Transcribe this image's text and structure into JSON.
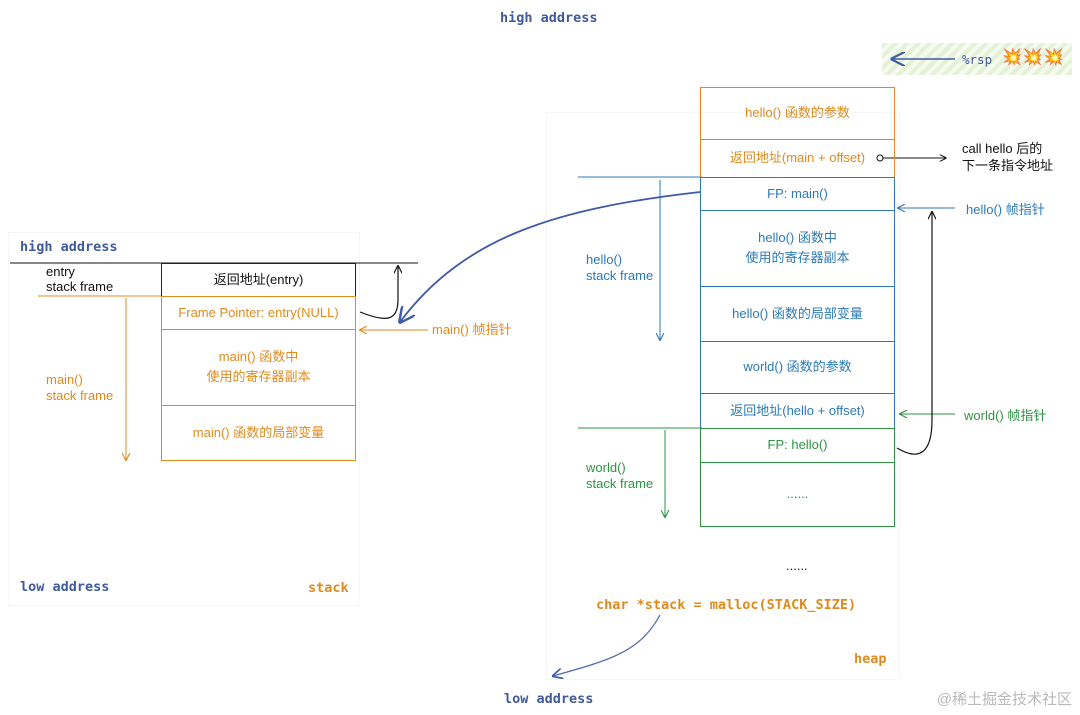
{
  "top_label": "high address",
  "bottom_label": "low address",
  "rsp": {
    "label": "%rsp",
    "burst": "💥💥💥"
  },
  "left_panel": {
    "high_label": "high address",
    "low_label": "low address",
    "region_label": "stack",
    "entry_label": "entry\nstack frame",
    "main_frame_label": "main()\nstack frame",
    "fp_pointer_label": "main() 帧指针",
    "boxes": [
      "返回地址(entry)",
      "Frame Pointer: entry(NULL)",
      "main() 函数中\n使用的寄存器副本",
      "main() 函数的局部变量"
    ]
  },
  "right_panel": {
    "region_label": "heap",
    "malloc_code": "char *stack = malloc(STACK_SIZE)",
    "ellipsis_below": "......",
    "call_note": "call hello 后的\n下一条指令地址",
    "hello_fp_label": "hello() 帧指针",
    "world_fp_label": "world() 帧指针",
    "hello_frame_label": "hello()\nstack frame",
    "world_frame_label": "world()\nstack frame",
    "boxes": [
      "hello() 函数的参数",
      "返回地址(main + offset)",
      "FP: main()",
      "hello() 函数中\n使用的寄存器副本",
      "hello() 函数的局部变量",
      "world() 函数的参数",
      "返回地址(hello + offset)",
      "FP: hello()",
      "......"
    ]
  },
  "watermark": "@稀土掘金技术社区",
  "colors": {
    "orange": "#e08a1e",
    "blue": "#2b7ab5",
    "green": "#2e9343",
    "navy": "#3f5a9f"
  }
}
